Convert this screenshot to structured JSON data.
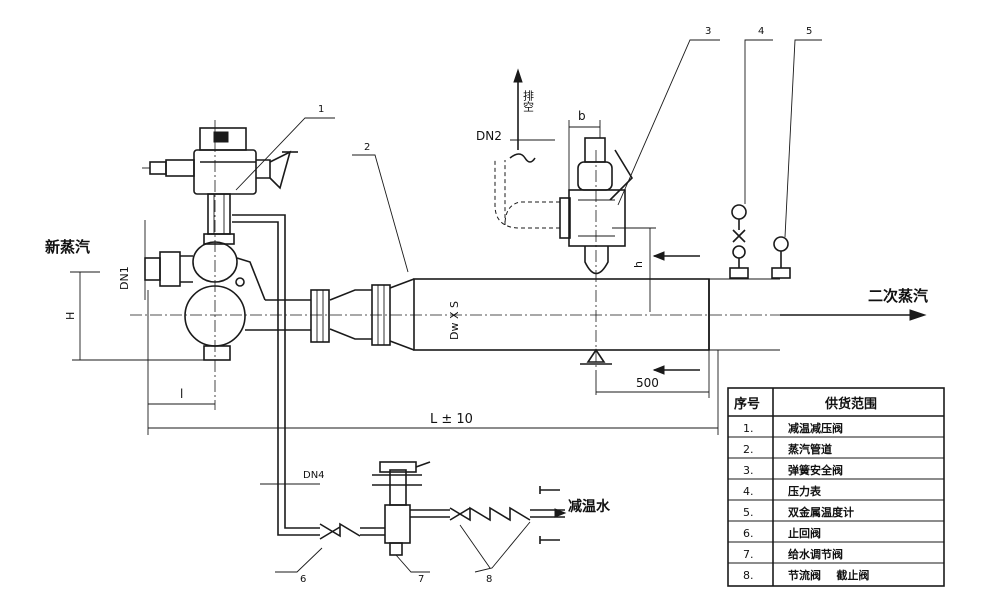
{
  "labels": {
    "fresh_steam": "新蒸汽",
    "secondary_steam": "二次蒸汽",
    "desuperheating_water": "减温水",
    "vent": "排空",
    "DN1": "DN1",
    "DN2": "DN2",
    "DN4": "DN4",
    "H": "H",
    "h": "h",
    "b": "b",
    "l": "l",
    "dim_500": "500",
    "L": "L ± 10",
    "pipe_mark": "Dw X S"
  },
  "callouts": [
    "1",
    "2",
    "3",
    "4",
    "5",
    "6",
    "7",
    "8"
  ],
  "table": {
    "headers": [
      "序号",
      "供货范围"
    ],
    "rows": [
      [
        "1.",
        "减温减压阀"
      ],
      [
        "2.",
        "蒸汽管道"
      ],
      [
        "3.",
        "弹簧安全阀"
      ],
      [
        "4.",
        "压力表"
      ],
      [
        "5.",
        "双金属温度计"
      ],
      [
        "6.",
        "止回阀"
      ],
      [
        "7.",
        "给水调节阀"
      ],
      [
        "8.",
        "节流阀    截止阀"
      ]
    ]
  }
}
